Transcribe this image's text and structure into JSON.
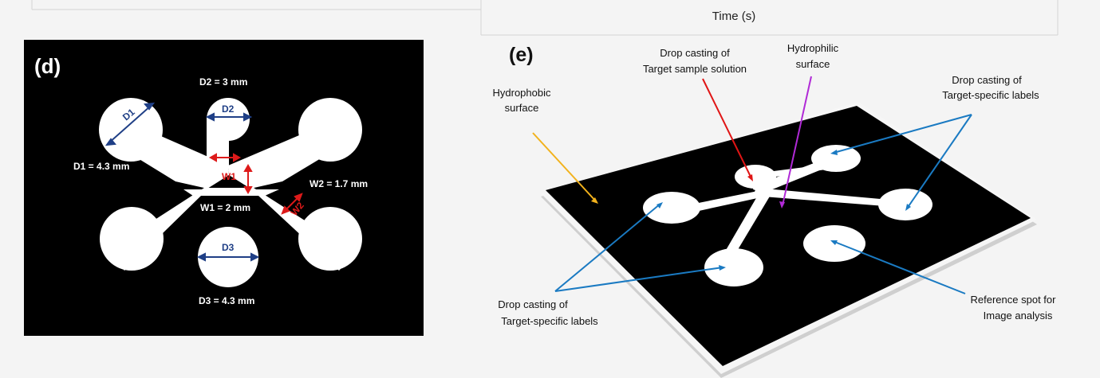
{
  "top": {
    "xlabel": "Time (s)"
  },
  "panel_d": {
    "tag": "(d)",
    "d1_mark": "D1",
    "d2_mark": "D2",
    "d3_mark": "D3",
    "w1_mark": "W1",
    "w2_mark": "W2",
    "d1_value": "D1 = 4.3 mm",
    "d2_value": "D2 = 3 mm",
    "d3_value": "D3 = 4.3 mm",
    "w1_value": "W1 = 2 mm",
    "w2_value": "W2 = 1.7 mm",
    "colors": {
      "background": "#000000",
      "device": "#ffffff",
      "diameter": "#1f3f86",
      "width": "#dd1a1a"
    }
  },
  "panel_e": {
    "tag": "(e)",
    "hydrophobic": [
      "Hydrophobic",
      "surface"
    ],
    "target_sample": [
      "Drop casting of",
      "Target sample solution"
    ],
    "hydrophilic": [
      "Hydrophilic",
      "surface"
    ],
    "labels_top": [
      "Drop casting of",
      "Target-specific labels"
    ],
    "labels_bottom": [
      "Drop casting of",
      "Target-specific labels"
    ],
    "reference": [
      "Reference spot for",
      "Image analysis"
    ],
    "colors": {
      "hydrophobic_arrow": "#f2b21c",
      "sample_arrow": "#e01515",
      "hydrophilic_arrow": "#b02ad6",
      "label_arrow": "#1a7ac2"
    }
  }
}
